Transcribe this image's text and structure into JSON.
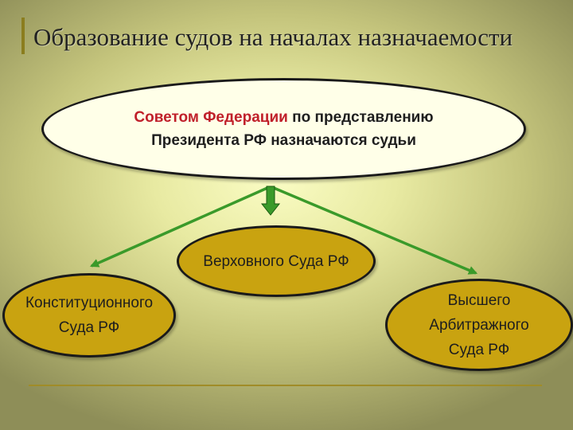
{
  "title": "Образование судов на началах назначаемости",
  "main_node": {
    "accent_text": "Советом Федерации",
    "line1_rest": " по представлению",
    "line2": "Президента РФ назначаются судьи"
  },
  "courts": {
    "supreme": "Верховного Суда РФ",
    "constitutional": {
      "line1": "Конституционного",
      "line2": "Суда РФ"
    },
    "arbitration": {
      "line1": "Высшего",
      "line2": "Арбитражного",
      "line3": "Суда РФ"
    }
  },
  "colors": {
    "accent_text": "#c0202a",
    "court_fill": "#c9a310",
    "arrow": "#3a9a2a",
    "main_fill": "#ffffe8"
  }
}
